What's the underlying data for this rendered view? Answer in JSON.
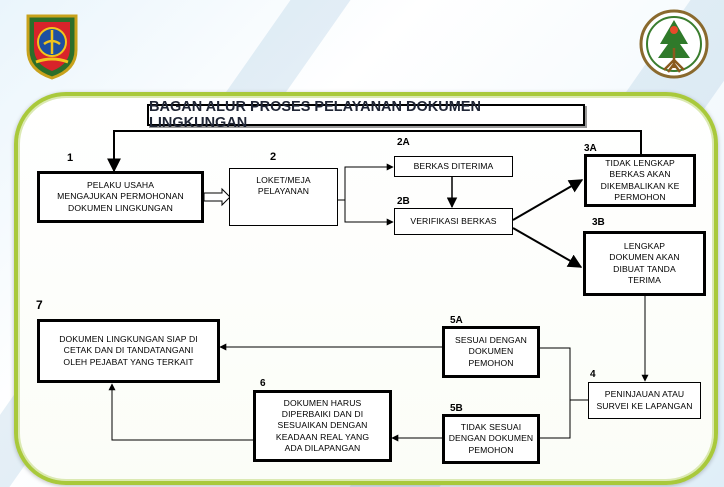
{
  "title": "BAGAN ALUR PROSES PELAYANAN DOKUMEN LINGKUNGAN",
  "colors": {
    "panel_border": "#a9c93b",
    "title_text": "#1f2535",
    "line": "#000000"
  },
  "logos": [
    {
      "name": "regency-crest-logo",
      "position": "top-left"
    },
    {
      "name": "forestry-ministry-logo",
      "position": "top-right"
    }
  ],
  "steps": [
    {
      "id": "1",
      "label": "1",
      "text": "PELAKU USAHA\nMENGAJUKAN PERMOHONAN\nDOKUMEN LINGKUNGAN"
    },
    {
      "id": "2",
      "label": "2",
      "text": "LOKET/MEJA\nPELAYANAN"
    },
    {
      "id": "2A",
      "label": "2A",
      "text": "BERKAS DITERIMA"
    },
    {
      "id": "2B",
      "label": "2B",
      "text": "VERIFIKASI BERKAS"
    },
    {
      "id": "3A",
      "label": "3A",
      "text": "TIDAK LENGKAP\nBERKAS AKAN\nDIKEMBALIKAN KE\nPERMOHON"
    },
    {
      "id": "3B",
      "label": "3B",
      "text": "LENGKAP\nDOKUMEN  AKAN\nDIBUAT TANDA\nTERIMA"
    },
    {
      "id": "4",
      "label": "4",
      "text": "PENINJAUAN ATAU\nSURVEI KE LAPANGAN"
    },
    {
      "id": "5A",
      "label": "5A",
      "text": "SESUAI DENGAN\nDOKUMEN\nPEMOHON"
    },
    {
      "id": "5B",
      "label": "5B",
      "text": "TIDAK SESUAI\nDENGAN DOKUMEN\nPEMOHON"
    },
    {
      "id": "6",
      "label": "6",
      "text": "DOKUMEN HARUS\nDIPERBAIKI DAN DI\nSESUAIKAN DENGAN\nKEADAAN REAL YANG\nADA DILAPANGAN"
    },
    {
      "id": "7",
      "label": "7",
      "text": "DOKUMEN LINGKUNGAN SIAP DI\nCETAK DAN DI TANDATANGANI\nOLEH PEJABAT YANG TERKAIT"
    }
  ]
}
